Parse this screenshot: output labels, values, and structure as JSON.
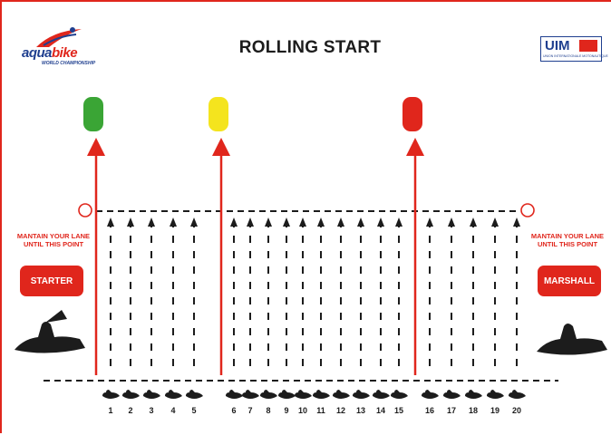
{
  "title": "ROLLING START",
  "logo_aquabike": {
    "word_aqua": "aqua",
    "word_bike": "bike",
    "tagline": "WORLD CHAMPIONSHIP"
  },
  "logo_uim": {
    "initials": "UIM",
    "tagline": "UNION INTERNATIONALE MOTONAUTIQUE"
  },
  "lights": [
    {
      "color": "#3aa535"
    },
    {
      "color": "#f4e41e"
    },
    {
      "color": "#e0261c"
    }
  ],
  "note_left": [
    "MANTAIN YOUR LANE",
    "UNTIL THIS POINT"
  ],
  "note_right": [
    "MANTAIN YOUR LANE",
    "UNTIL THIS POINT"
  ],
  "starter_label": "STARTER",
  "marshall_label": "MARSHALL",
  "lanes": [
    "1",
    "2",
    "3",
    "4",
    "5",
    "6",
    "7",
    "8",
    "9",
    "10",
    "11",
    "12",
    "13",
    "14",
    "15",
    "16",
    "17",
    "18",
    "19",
    "20"
  ],
  "colors": {
    "accent": "#e0261c",
    "ink": "#1c1c1c",
    "brand_blue": "#1f3f8f"
  }
}
